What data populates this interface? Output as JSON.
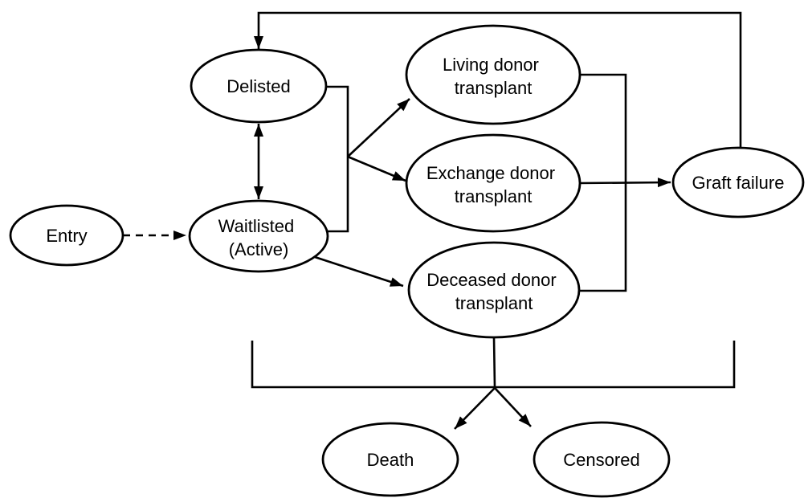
{
  "diagram": {
    "type": "state-transition-diagram",
    "colors": {
      "background": "#ffffff",
      "node_fill": "#ffffff",
      "stroke": "#000000",
      "text": "#000000"
    },
    "nodes": {
      "entry": {
        "label": "Entry"
      },
      "delisted": {
        "label": "Delisted"
      },
      "waitlisted": {
        "line1": "Waitlisted",
        "line2": "(Active)"
      },
      "living_donor": {
        "line1": "Living donor",
        "line2": "transplant"
      },
      "exchange_donor": {
        "line1": "Exchange donor",
        "line2": "transplant"
      },
      "deceased_donor": {
        "line1": "Deceased donor",
        "line2": "transplant"
      },
      "graft_failure": {
        "label": "Graft failure"
      },
      "death": {
        "label": "Death"
      },
      "censored": {
        "label": "Censored"
      }
    },
    "edges": [
      {
        "from": "Entry",
        "to": "Waitlisted (Active)",
        "line": "dashed",
        "arrows": "forward"
      },
      {
        "from": "Delisted",
        "to": "Waitlisted (Active)",
        "line": "solid",
        "arrows": "both"
      },
      {
        "from": "Graft failure",
        "to": "Delisted",
        "line": "solid",
        "arrows": "forward"
      },
      {
        "from": "Delisted / Waitlisted (Active)",
        "to": "Living donor transplant",
        "line": "solid",
        "arrows": "forward"
      },
      {
        "from": "Delisted / Waitlisted (Active)",
        "to": "Exchange donor transplant",
        "line": "solid",
        "arrows": "forward"
      },
      {
        "from": "Waitlisted (Active)",
        "to": "Deceased donor transplant",
        "line": "solid",
        "arrows": "forward"
      },
      {
        "from": "Living donor transplant / Exchange donor transplant / Deceased donor transplant",
        "to": "Graft failure",
        "line": "solid",
        "arrows": "forward"
      },
      {
        "from": "All waitlist and transplant states (bracket)",
        "to": "Death",
        "line": "solid",
        "arrows": "forward"
      },
      {
        "from": "All waitlist and transplant states (bracket)",
        "to": "Censored",
        "line": "solid",
        "arrows": "forward"
      }
    ]
  }
}
